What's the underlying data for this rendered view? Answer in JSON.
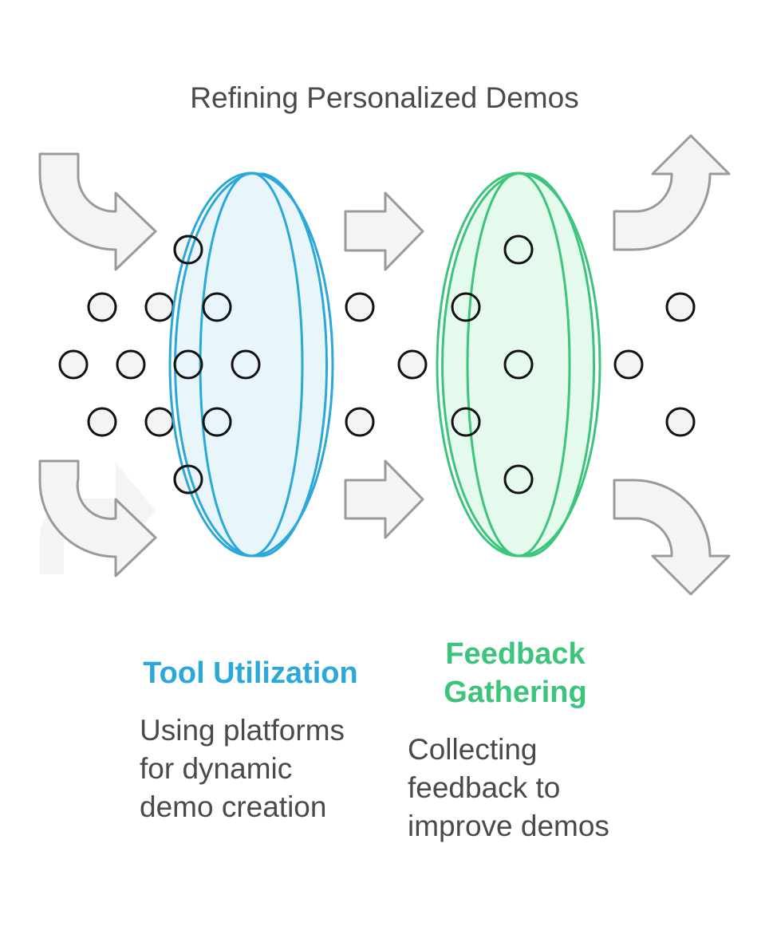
{
  "title": "Refining Personalized Demos",
  "stages": [
    {
      "title_lines": [
        "Tool Utilization"
      ],
      "description": "Using platforms for dynamic demo creation",
      "color": "#2aa8d8",
      "fill": "#e8f6fc"
    },
    {
      "title_lines": [
        "Feedback",
        "Gathering"
      ],
      "description": "Collecting feedback to improve demos",
      "color": "#3cc47c",
      "fill": "#e4faec"
    }
  ],
  "colors": {
    "arrow_stroke": "#9a9a9a",
    "arrow_fill": "#f4f4f4",
    "dot_stroke": "#111111",
    "dot_fill": "#f4f4f4",
    "text": "#4a4a4a"
  }
}
